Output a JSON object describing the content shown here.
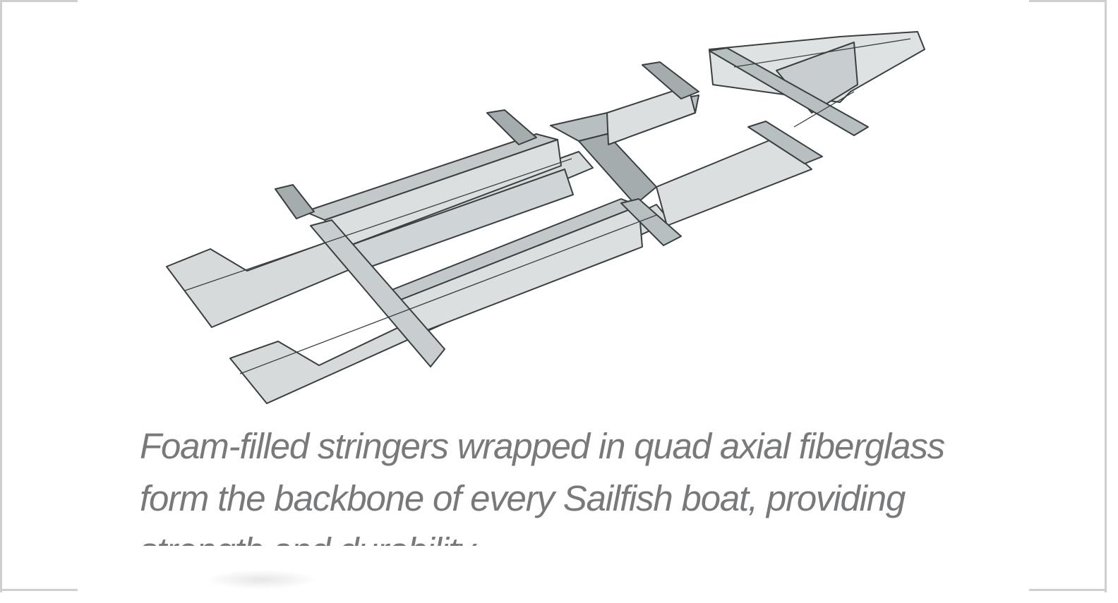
{
  "caption": {
    "line1": "Foam-filled stringers wrapped in quad axial fiberglass",
    "line2": "form the backbone of every Sailfish boat, providing",
    "line3": "strength and durability"
  },
  "illustration": {
    "subject": "boat hull stringer grid sketch",
    "colors": {
      "face_light": "#dcdfe0",
      "face_mid": "#c3c9cb",
      "face_dark": "#a4acae",
      "edge": "#3a3f42"
    }
  }
}
